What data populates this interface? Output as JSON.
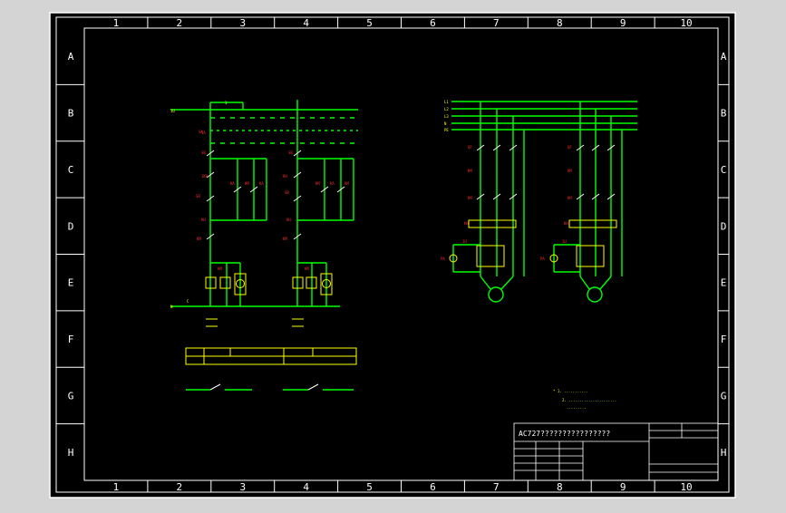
{
  "drawing": {
    "frame_color": "#ffffff",
    "wire_color": "#00ff00",
    "label_color": "#ff2a2a",
    "note_color": "#ffff00",
    "background": "#000000",
    "column_labels": [
      "1",
      "2",
      "3",
      "4",
      "5",
      "6",
      "7",
      "8",
      "9",
      "10"
    ],
    "row_labels": [
      "A",
      "B",
      "C",
      "D",
      "E",
      "F",
      "G",
      "H"
    ],
    "title_block": {
      "title": "AC727????????????????"
    }
  }
}
